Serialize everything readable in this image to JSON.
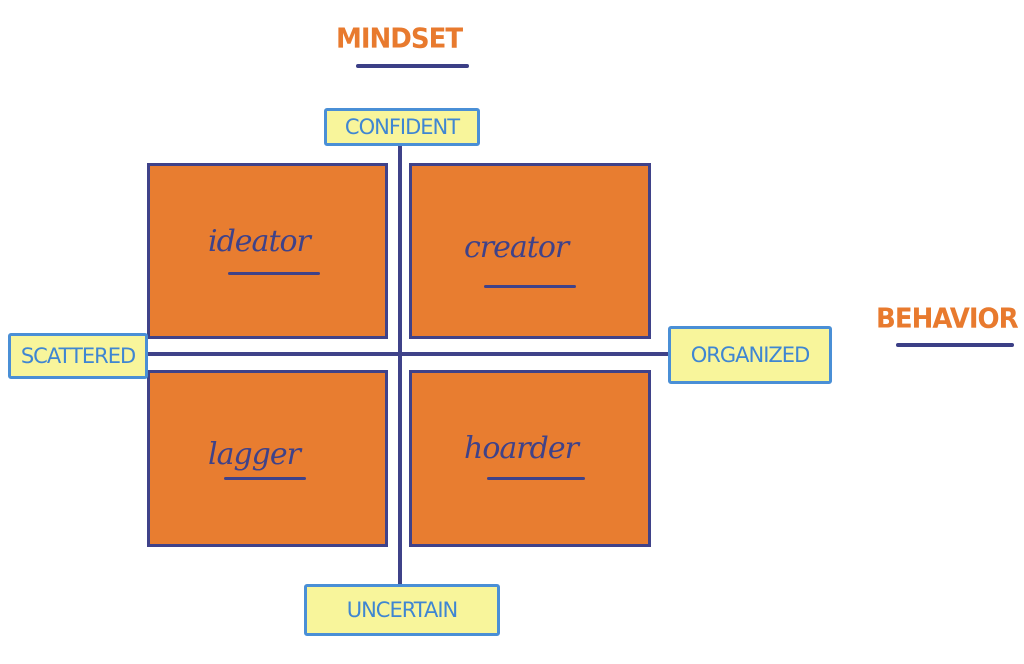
{
  "diagram": {
    "title_vertical": "MINDSET",
    "title_horizontal": "BEHAVIOR",
    "axis_labels": {
      "top": "CONFIDENT",
      "bottom": "UNCERTAIN",
      "left": "SCATTERED",
      "right": "ORGANIZED"
    },
    "quadrants": [
      {
        "position": "top-left",
        "label": "ideator"
      },
      {
        "position": "top-right",
        "label": "creator"
      },
      {
        "position": "bottom-left",
        "label": "lagger"
      },
      {
        "position": "bottom-right",
        "label": "hoarder"
      }
    ],
    "colors": {
      "heading": "#e87a2e",
      "quadrant_fill": "#e87d30",
      "quadrant_border": "#3f4289",
      "tag_border": "#4a8fd6",
      "tag_highlight": "#f8f59b"
    }
  }
}
